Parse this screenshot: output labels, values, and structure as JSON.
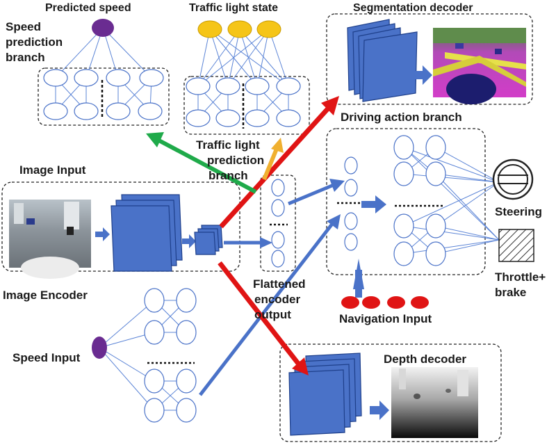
{
  "labels": {
    "predicted_speed": "Predicted speed",
    "traffic_light_state": "Traffic light state",
    "segmentation_decoder": "Segmentation decoder",
    "speed_branch_1": "Speed",
    "speed_branch_2": "prediction",
    "speed_branch_3": "branch",
    "traffic_branch_1": "Traffic light",
    "traffic_branch_2": "prediction",
    "traffic_branch_3": "branch",
    "driving_action_branch": "Driving action branch",
    "image_input": "Image Input",
    "image_encoder": "Image Encoder",
    "flattened_1": "Flattened",
    "flattened_2": "encoder",
    "flattened_3": "output",
    "steering": "Steering",
    "throttle_1": "Throttle+",
    "throttle_2": "brake",
    "navigation_input": "Navigation Input",
    "speed_input": "Speed Input",
    "depth_decoder": "Depth decoder"
  },
  "colors": {
    "node_outline": "#4a72c8",
    "plate": "#4a72c8",
    "purple": "#6a2c91",
    "yellow": "#f5c518",
    "red": "#e01414",
    "green": "#1faa4a",
    "blue_arrow": "#4a72c8",
    "orange_arrow": "#f0b030"
  },
  "icons": {
    "steering": "steering-wheel-icon",
    "throttle": "hatched-pedal-icon"
  }
}
